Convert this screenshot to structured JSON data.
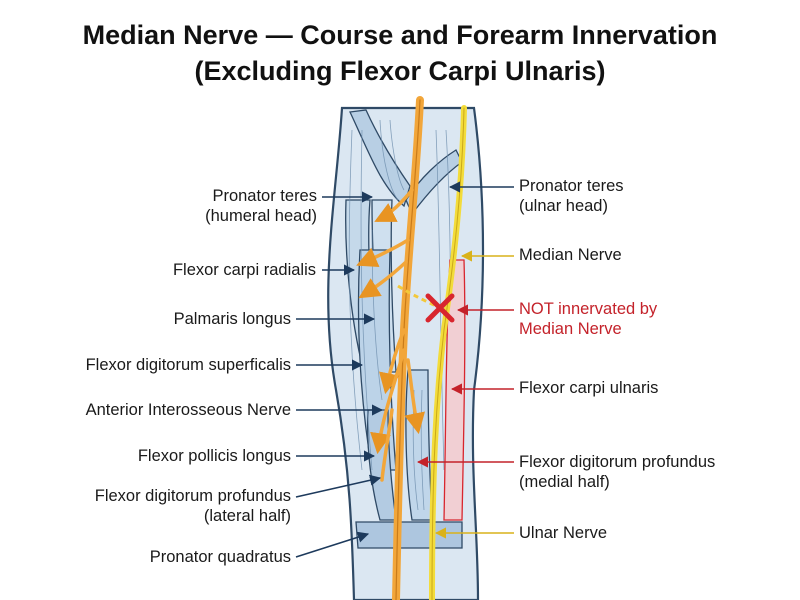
{
  "title": {
    "line1": "Median Nerve — Course and Forearm Innervation",
    "line2": "(Excluding Flexor Carpi Ulnaris)"
  },
  "left_labels": {
    "pronator_teres_humeral": [
      "Pronator teres",
      "(humeral head)"
    ],
    "flexor_carpi_radialis": "Flexor carpi radialis",
    "palmaris_longus": "Palmaris longus",
    "fds": "Flexor digitorum superficalis",
    "ain": "Anterior Interosseous Nerve",
    "fpl": "Flexor pollicis longus",
    "fdp_lateral": [
      "Flexor digitorum profundus",
      "(lateral half)"
    ],
    "pronator_quadratus": "Pronator quadratus"
  },
  "right_labels": {
    "pronator_teres_ulnar": [
      "Pronator teres",
      "(ulnar head)"
    ],
    "median_nerve": "Median Nerve",
    "not_innervated": [
      "NOT innervated by",
      "Median Nerve"
    ],
    "flexor_carpi_ulnaris": "Flexor carpi ulnaris",
    "fdp_medial": [
      "Flexor digitorum profundus",
      "(medial half)"
    ],
    "ulnar_nerve": "Ulnar Nerve"
  },
  "colors": {
    "median_nerve": "#f2a63a",
    "ulnar_nerve": "#f3dc3a",
    "muscle": "#c9dcec",
    "muscle_outline": "#2f4a66",
    "not_innervated": "#d8262e",
    "pointer_left": "#1d3a5c",
    "pointer_ulnar": "#d9b21a",
    "pointer_red": "#c4222a"
  }
}
